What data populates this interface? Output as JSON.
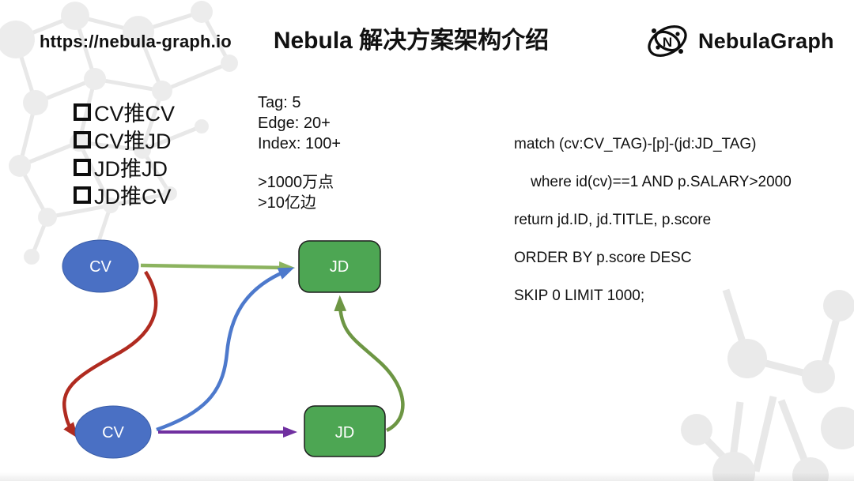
{
  "header": {
    "url": "https://nebula-graph.io",
    "title": "Nebula 解决方案架构介绍",
    "logo": {
      "text": "NebulaGraph",
      "icon": "orbit-n-icon"
    }
  },
  "checklist": {
    "bullet_style": "hollow-square",
    "items": [
      "CV推CV",
      "CV推JD",
      "JD推JD",
      "JD推CV"
    ]
  },
  "stats": {
    "schema_lines": [
      "Tag: 5",
      "Edge: 20+",
      "Index: 100+"
    ],
    "scale_lines": [
      ">1000万点",
      ">10亿边"
    ]
  },
  "query": {
    "lines": [
      "match (cv:CV_TAG)-[p]-(jd:JD_TAG)",
      "    where id(cv)==1 AND p.SALARY>2000",
      "return jd.ID, jd.TITLE, p.score",
      "ORDER BY p.score DESC",
      "SKIP 0 LIMIT 1000;"
    ]
  },
  "diagram": {
    "nodes": [
      {
        "id": "cv-top",
        "label": "CV",
        "shape": "ellipse",
        "fill": "#4a70c4",
        "border": "#3a5da8",
        "text_color": "#ffffff"
      },
      {
        "id": "jd-top",
        "label": "JD",
        "shape": "rounded-rect",
        "fill": "#4da653",
        "border": "#1d1d1d",
        "text_color": "#ffffff"
      },
      {
        "id": "cv-bottom",
        "label": "CV",
        "shape": "ellipse",
        "fill": "#4a70c4",
        "border": "#3a5da8",
        "text_color": "#ffffff"
      },
      {
        "id": "jd-bottom",
        "label": "JD",
        "shape": "rounded-rect",
        "fill": "#4da653",
        "border": "#1d1d1d",
        "text_color": "#ffffff"
      }
    ],
    "edges": [
      {
        "from": "cv-top",
        "to": "jd-top",
        "style": "straight-arrow",
        "color": "#8cb35f"
      },
      {
        "from": "cv-top",
        "to": "cv-bottom",
        "style": "s-curve-arrow",
        "color": "#b02b20"
      },
      {
        "from": "cv-bottom",
        "to": "jd-top",
        "style": "s-curve-arrow",
        "color": "#4d79cc"
      },
      {
        "from": "cv-bottom",
        "to": "jd-bottom",
        "style": "straight-arrow",
        "color": "#7030a0"
      },
      {
        "from": "jd-bottom",
        "to": "jd-top",
        "style": "s-curve-arrow",
        "color": "#6d9644"
      }
    ]
  }
}
